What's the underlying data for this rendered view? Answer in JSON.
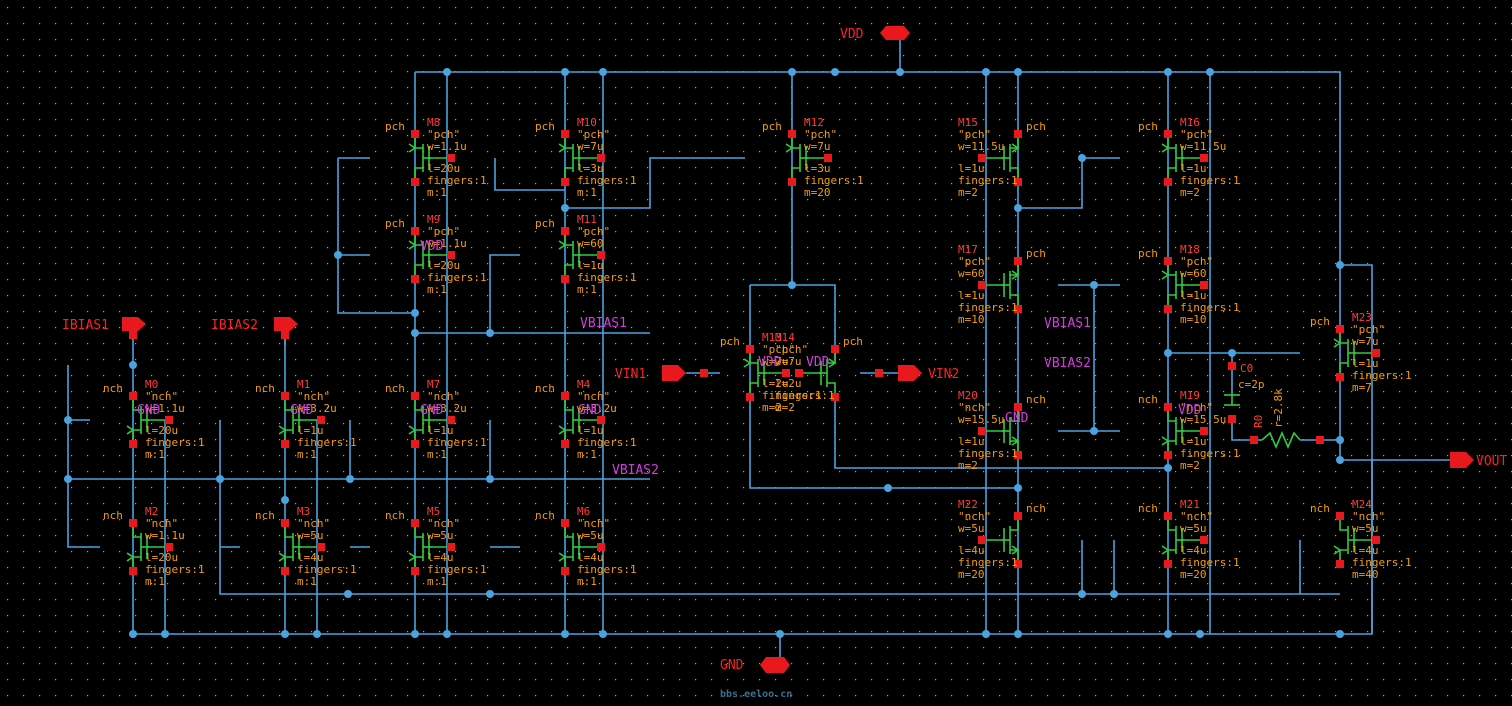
{
  "pins": {
    "vdd": "VDD",
    "gnd": "GND",
    "ibias1": "IBIAS1",
    "ibias2": "IBIAS2",
    "vin1": "VIN1",
    "vin2": "VIN2",
    "vout": "VOUT"
  },
  "nets": {
    "vbias1": "VBIAS1",
    "vbias2": "VBIAS2"
  },
  "transistors": [
    {
      "name": "M8",
      "type": "pch",
      "model": "\"pch\"",
      "w": "w=1.1u",
      "l": "l=20u",
      "fingers": "fingers:1",
      "m": "m:1"
    },
    {
      "name": "M10",
      "type": "pch",
      "model": "\"pch\"",
      "w": "w=7u",
      "l": "l=3u",
      "fingers": "fingers:1",
      "m": "m:1"
    },
    {
      "name": "M12",
      "type": "pch",
      "model": "\"pch\"",
      "w": "w=7u",
      "l": "l=3u",
      "fingers": "fingers:1",
      "m": "m=20"
    },
    {
      "name": "M9",
      "type": "pch",
      "model": "\"pch\"",
      "w": "w=1.1u",
      "l": "l=20u",
      "fingers": "fingers:1",
      "m": "m:1"
    },
    {
      "name": "M11",
      "type": "pch",
      "model": "\"pch\"",
      "w": "w=60",
      "l": "l=1u",
      "fingers": "fingers:1",
      "m": "m:1"
    },
    {
      "name": "M15",
      "type": "pch",
      "model": "\"pch\"",
      "w": "w=11.5u",
      "l": "l=1u",
      "fingers": "fingers:1",
      "m": "m=2"
    },
    {
      "name": "M16",
      "type": "pch",
      "model": "\"pch\"",
      "w": "w=11.5u",
      "l": "l=1u",
      "fingers": "fingers:1",
      "m": "m=2"
    },
    {
      "name": "M17",
      "type": "pch",
      "model": "\"pch\"",
      "w": "w=60",
      "l": "l=1u",
      "fingers": "fingers:1",
      "m": "m=10"
    },
    {
      "name": "M18",
      "type": "pch",
      "model": "\"pch\"",
      "w": "w=60",
      "l": "l=1u",
      "fingers": "fingers:1",
      "m": "m=10"
    },
    {
      "name": "M13",
      "type": "pch",
      "model": "\"pch\"",
      "w": "w=7u",
      "l": "l=2u",
      "fingers": "fingers:1",
      "m": "m=2"
    },
    {
      "name": "M14",
      "type": "pch",
      "model": "\"pch\"",
      "w": "w=7u",
      "l": "l=2u",
      "fingers": "fingers:1",
      "m": "m=2"
    },
    {
      "name": "M23",
      "type": "pch",
      "model": "\"pch\"",
      "w": "w=7u",
      "l": "l=1u",
      "fingers": "fingers:1",
      "m": "m=7"
    },
    {
      "name": "M0",
      "type": "nch",
      "model": "\"nch\"",
      "w": "w=1.1u",
      "l": "l=20u",
      "fingers": "fingers:1",
      "m": "m:1"
    },
    {
      "name": "M1",
      "type": "nch",
      "model": "\"nch\"",
      "w": "w=3.2u",
      "l": "l=1u",
      "fingers": "fingers:1",
      "m": "m:1"
    },
    {
      "name": "M7",
      "type": "nch",
      "model": "\"nch\"",
      "w": "w=3.2u",
      "l": "l=1u",
      "fingers": "fingers:1",
      "m": "m:1"
    },
    {
      "name": "M4",
      "type": "nch",
      "model": "\"nch\"",
      "w": "w=3.2u",
      "l": "l=1u",
      "fingers": "fingers:1",
      "m": "m:1"
    },
    {
      "name": "M20",
      "type": "nch",
      "model": "\"nch\"",
      "w": "w=15.5u",
      "l": "l=1u",
      "fingers": "fingers:1",
      "m": "m=2"
    },
    {
      "name": "M19",
      "type": "nch",
      "model": "\"nch\"",
      "w": "w=15.5u",
      "l": "l=1u",
      "fingers": "fingers:1",
      "m": "m=2"
    },
    {
      "name": "M2",
      "type": "nch",
      "model": "\"nch\"",
      "w": "w=1.1u",
      "l": "l=20u",
      "fingers": "fingers:1",
      "m": "m:1"
    },
    {
      "name": "M3",
      "type": "nch",
      "model": "\"nch\"",
      "w": "w=5u",
      "l": "l=4u",
      "fingers": "fingers:1",
      "m": "m:1"
    },
    {
      "name": "M5",
      "type": "nch",
      "model": "\"nch\"",
      "w": "w=5u",
      "l": "l=4u",
      "fingers": "fingers:1",
      "m": "m:1"
    },
    {
      "name": "M6",
      "type": "nch",
      "model": "\"nch\"",
      "w": "w=5u",
      "l": "l=4u",
      "fingers": "fingers:1",
      "m": "m:1"
    },
    {
      "name": "M22",
      "type": "nch",
      "model": "\"nch\"",
      "w": "w=5u",
      "l": "l=4u",
      "fingers": "fingers:1",
      "m": "m=20"
    },
    {
      "name": "M21",
      "type": "nch",
      "model": "\"nch\"",
      "w": "w=5u",
      "l": "l=4u",
      "fingers": "fingers:1",
      "m": "m=20"
    },
    {
      "name": "M24",
      "type": "nch",
      "model": "\"nch\"",
      "w": "w=5u",
      "l": "l=4u",
      "fingers": "fingers:1",
      "m": "m=40"
    }
  ],
  "terminal_labels": {
    "vdd": "VDD",
    "gnd": "GND"
  },
  "capacitor": {
    "name": "C0",
    "value": "c=2p"
  },
  "resistor": {
    "name": "R0",
    "value": "r=2.8k"
  },
  "watermark": "bbs.eeloo.cn",
  "colors": {
    "background": "#000000",
    "wire": "#4aa3df",
    "device": "#2ecc40",
    "pin": "#e8181c",
    "params": "#f39c12",
    "net_label": "#d63be0"
  }
}
